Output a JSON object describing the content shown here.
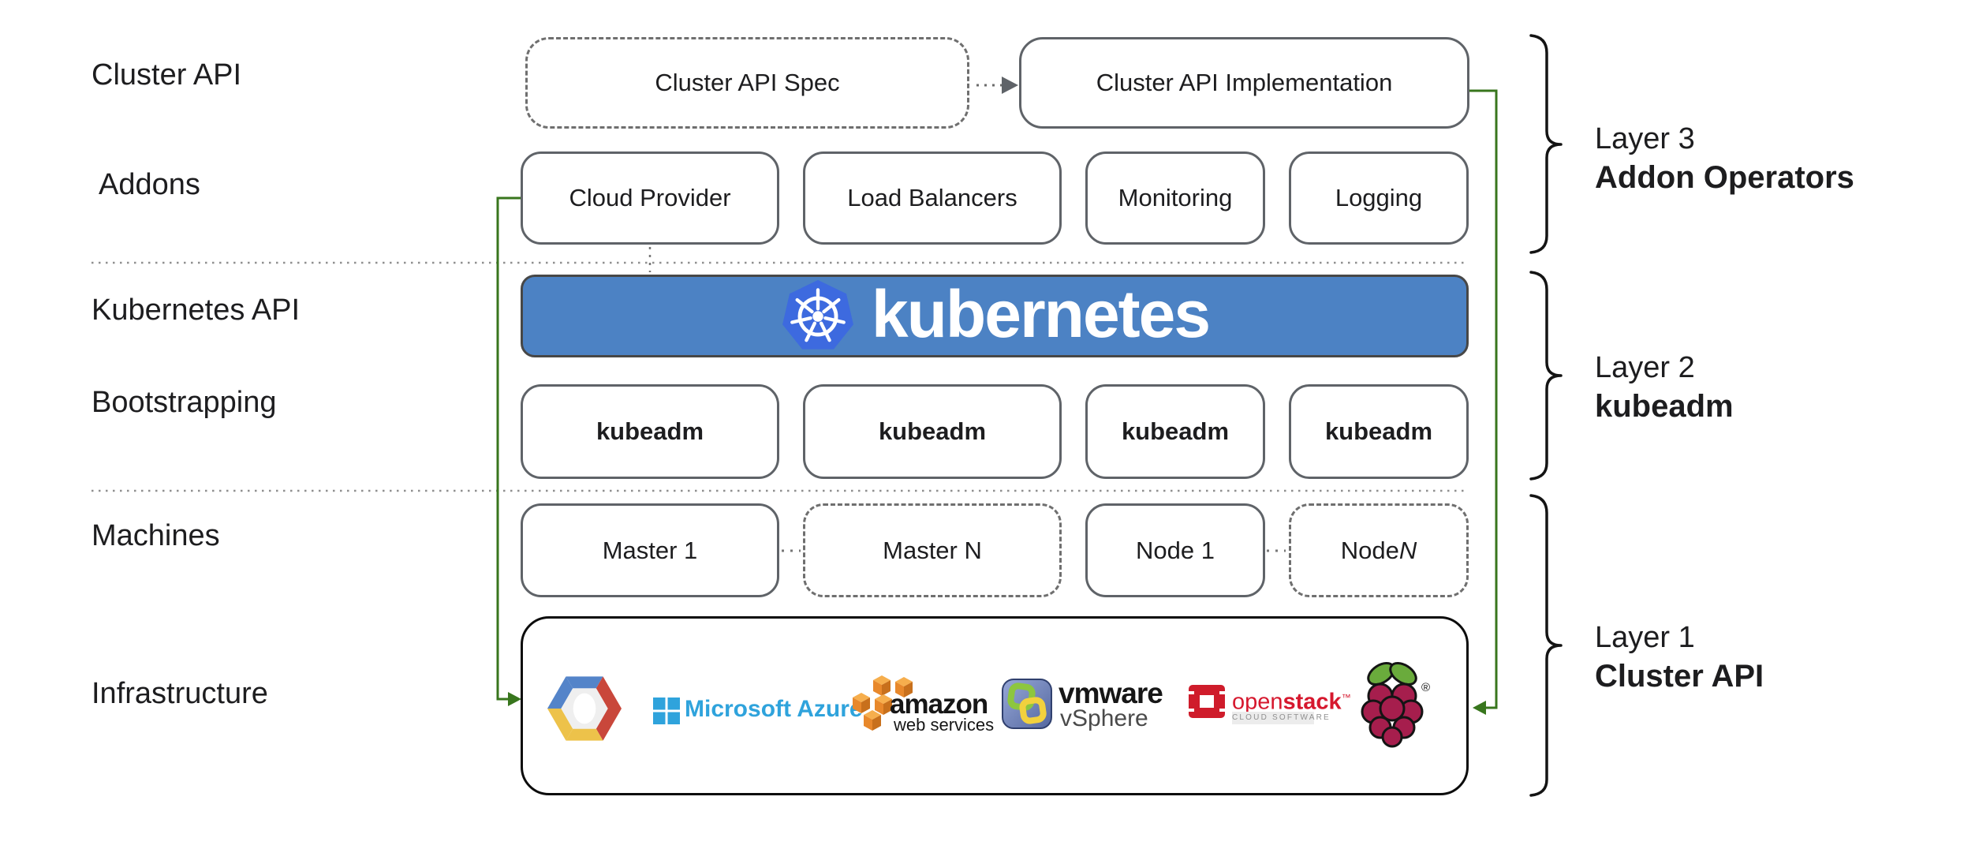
{
  "left_labels": {
    "cluster_api": "Cluster API",
    "addons": "Addons",
    "kubernetes_api": "Kubernetes API",
    "bootstrapping": "Bootstrapping",
    "machines": "Machines",
    "infrastructure": "Infrastructure"
  },
  "top_row": {
    "spec": "Cluster API Spec",
    "implementation": "Cluster API Implementation"
  },
  "addons_row": [
    "Cloud Provider",
    "Load Balancers",
    "Monitoring",
    "Logging"
  ],
  "kubernetes_banner": "kubernetes",
  "bootstrapping_row": [
    "kubeadm",
    "kubeadm",
    "kubeadm",
    "kubeadm"
  ],
  "machines_row": [
    {
      "text": "Master 1",
      "italic_suffix": ""
    },
    {
      "text": "Master N",
      "italic_suffix": ""
    },
    {
      "text": "Node 1",
      "italic_suffix": ""
    },
    {
      "text": "Node ",
      "italic_suffix": "N"
    }
  ],
  "infrastructure_providers": {
    "gcp_icon": "google-cloud-hexagon",
    "azure": {
      "text": "Microsoft Azure"
    },
    "aws": {
      "line1": "amazon",
      "line2": "web services"
    },
    "vmware": {
      "line1": "vmware",
      "line2": "vSphere"
    },
    "openstack": {
      "part1": "open",
      "part2": "stack",
      "trademark": "™",
      "tagline": "CLOUD SOFTWARE"
    },
    "raspberry_pi": {
      "registered_mark": "®"
    }
  },
  "layer_annotations": [
    {
      "title": "Layer 3",
      "subtitle": "Addon Operators"
    },
    {
      "title": "Layer 2",
      "subtitle": "kubeadm"
    },
    {
      "title": "Layer 1",
      "subtitle": "Cluster API"
    }
  ],
  "colors": {
    "banner_blue": "#4c82c4",
    "kubernetes_logo_blue": "#3d6adf",
    "connector_green": "#38761d",
    "box_border_gray": "#5f6368",
    "azure_blue": "#2fa3dc",
    "aws_orange": "#e8882b",
    "openstack_red": "#d6182e",
    "raspberry_crimson": "#a61e4d",
    "raspberry_leaf_green": "#6aab3c"
  }
}
